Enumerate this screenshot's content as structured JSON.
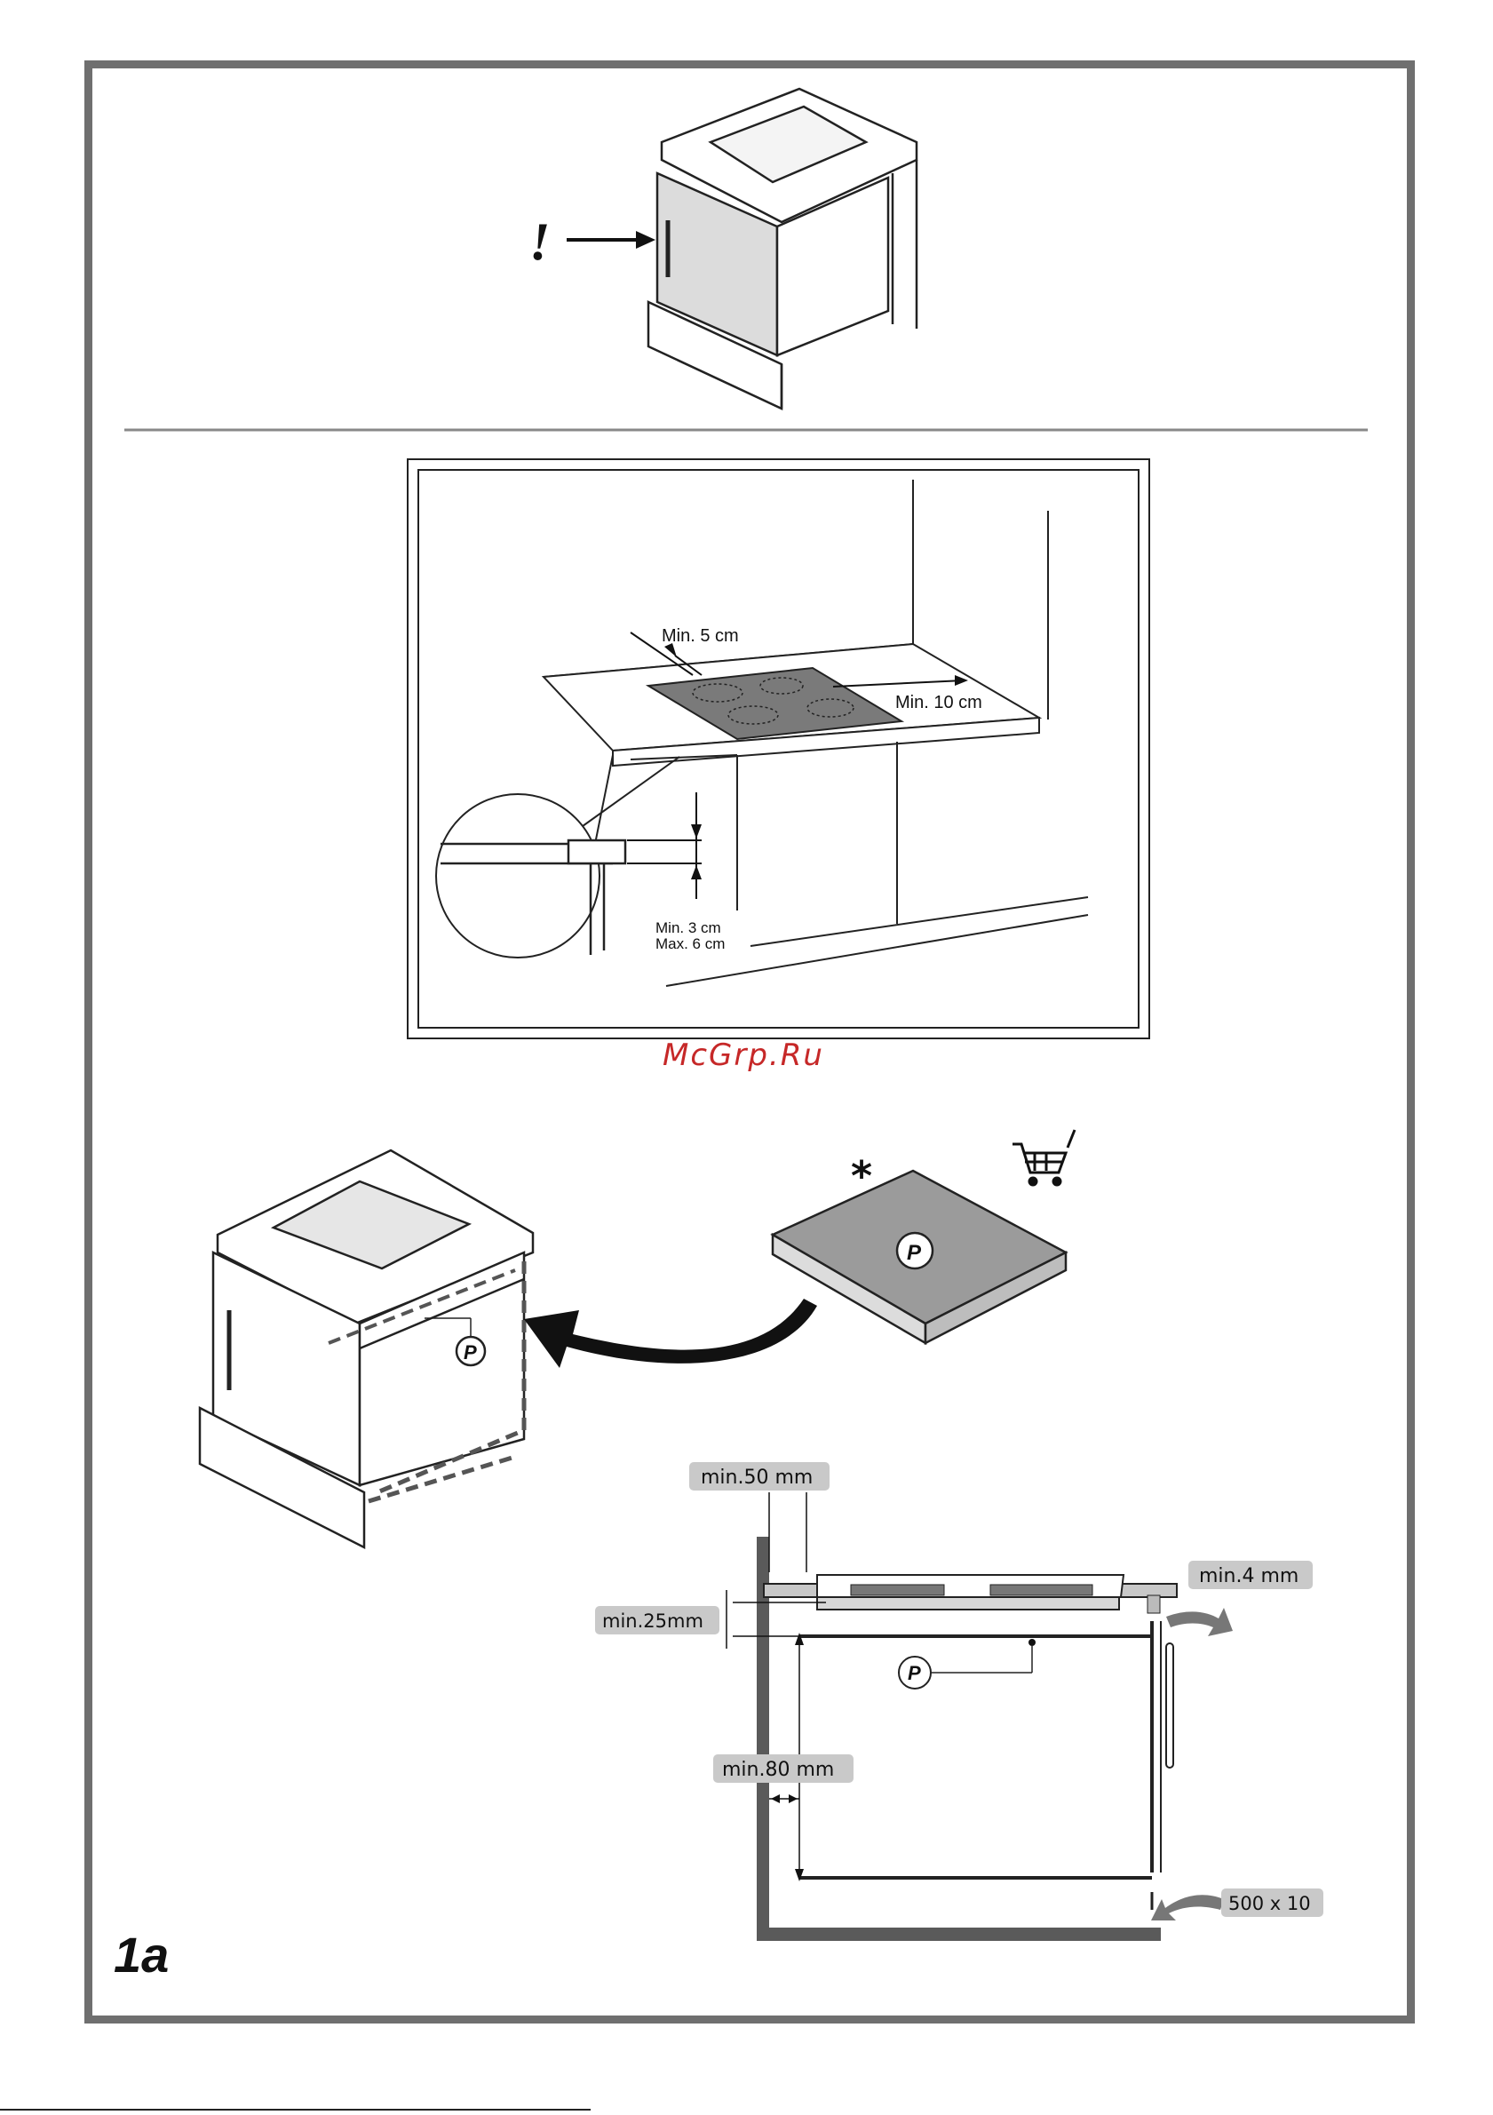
{
  "figure_label": "1a",
  "watermark": "McGrp.Ru",
  "warning_mark": "!",
  "asterisk": "*",
  "panel_2": {
    "min_top": "Min. 5 cm",
    "min_side": "Min. 10 cm",
    "gap_min": "Min. 3 cm",
    "gap_max": "Max. 6 cm"
  },
  "panel_3": {
    "panel_badge": "P",
    "cart_icon": "shopping-cart-icon"
  },
  "panel_4": {
    "min_50": "min.50 mm",
    "min_4": "min.4 mm",
    "min_25": "min.25mm",
    "min_80": "min.80 mm",
    "vent": "500 x 10",
    "panel_badge": "P"
  }
}
